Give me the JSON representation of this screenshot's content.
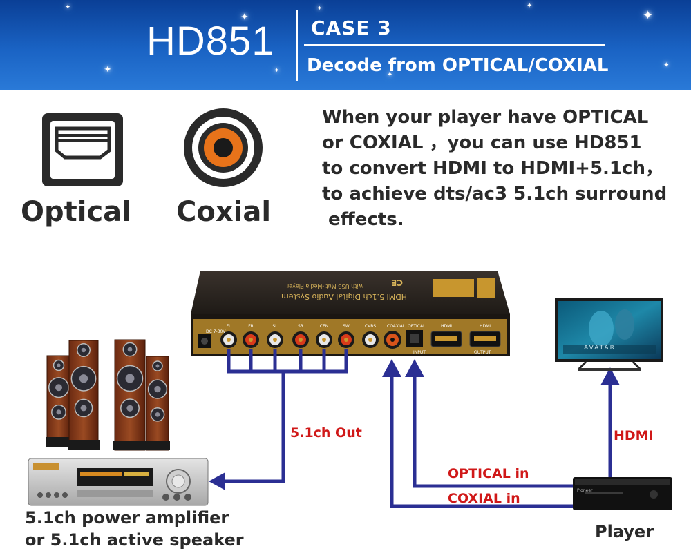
{
  "banner": {
    "model": "HD851",
    "case_label": "CASE  3",
    "subtitle": "Decode from OPTICAL/COXIAL"
  },
  "icons": {
    "optical_label": "Optical",
    "coaxial_label": "Coxial"
  },
  "description": "When your player have OPTICAL\nor COXIAL ，you can use HD851\nto convert HDMI to HDMI+5.1ch，\nto achieve dts/ac3 5.1ch surround\n effects.",
  "device": {
    "title": "HDMI 5.1ch Digital Audio System",
    "subtitle": "with USB Muti-Media Player",
    "ports": [
      "FL",
      "FR",
      "SL",
      "SR",
      "CEN",
      "SW",
      "CVBS"
    ],
    "port_coaxial": "COAXIAL",
    "port_optical": "OPTICAL",
    "port_hdmi_in": "HDMI",
    "port_hdmi_out": "HDMI",
    "group_input": "INPUT",
    "group_output": "OUTPUT",
    "power": "DC 7-30V",
    "bottom_label": "OUTPUT"
  },
  "connections": {
    "out_5_1": "5.1ch Out",
    "hdmi": "HDMI",
    "optical_in": "OPTICAL in",
    "coaxial_in": "COXIAL in"
  },
  "labels": {
    "amplifier": "5.1ch power amplifier\nor 5.1ch active speaker",
    "player": "Player"
  },
  "colors": {
    "banner_top": "#0a3f96",
    "arrow_blue": "#2b2f93",
    "label_red": "#d01818",
    "device_body": "#2a2420",
    "port_gold": "#c8962e",
    "coax_orange": "#e8731a"
  }
}
